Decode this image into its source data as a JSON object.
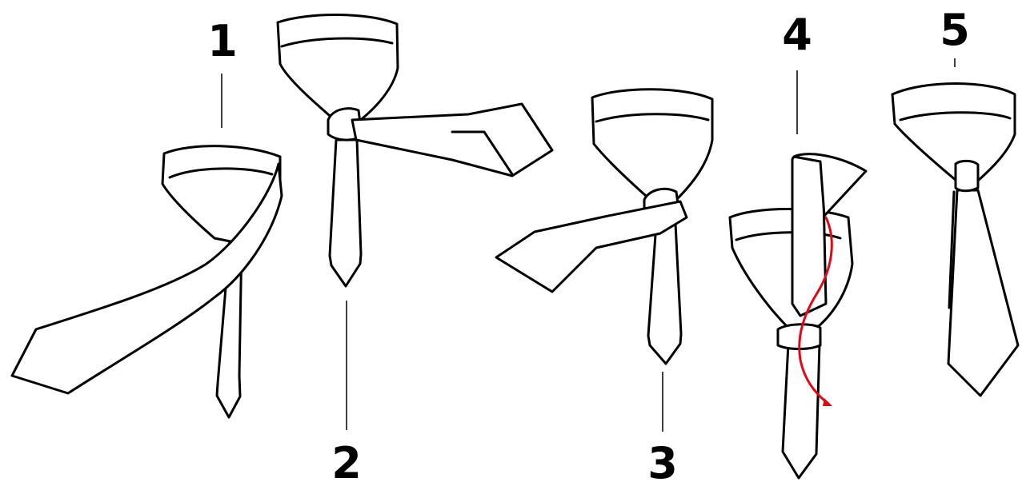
{
  "steps": [
    {
      "label": "1"
    },
    {
      "label": "2"
    },
    {
      "label": "3"
    },
    {
      "label": "4"
    },
    {
      "label": "5"
    }
  ],
  "colors": {
    "outline": "#000000",
    "fill": "#ffffff",
    "arrow": "#e30613"
  },
  "icons": [
    "tie-step-1-icon",
    "tie-step-2-icon",
    "tie-step-3-icon",
    "tie-step-4-icon",
    "tie-step-5-icon",
    "red-arrow-icon"
  ]
}
